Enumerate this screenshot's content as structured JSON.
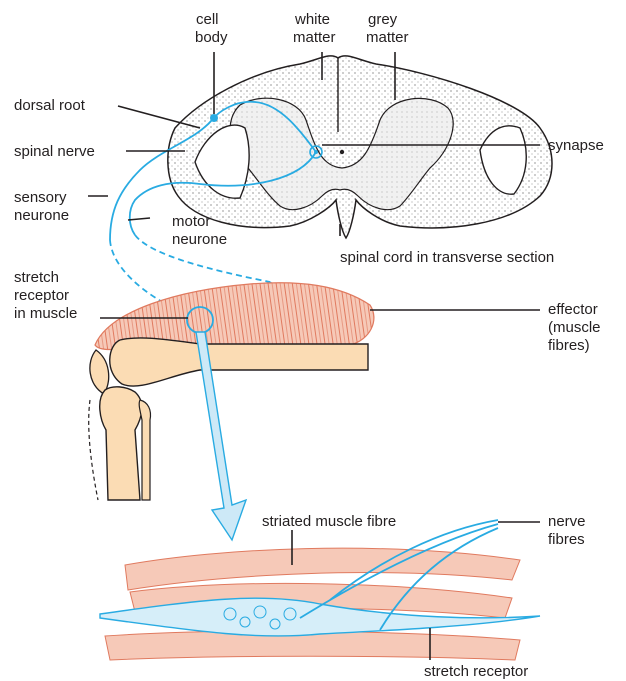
{
  "labels": {
    "cell_body": [
      "cell",
      "body"
    ],
    "white_matter": [
      "white",
      "matter"
    ],
    "grey_matter": [
      "grey",
      "matter"
    ],
    "dorsal_root": "dorsal root",
    "spinal_nerve": "spinal nerve",
    "synapse": "synapse",
    "sensory_neurone": [
      "sensory",
      "neurone"
    ],
    "motor_neurone": [
      "motor",
      "neurone"
    ],
    "spinal_cord": "spinal cord in transverse section",
    "stretch_receptor_in_muscle": [
      "stretch",
      "receptor",
      "in muscle"
    ],
    "effector": [
      "effector",
      "(muscle",
      "fibres)"
    ],
    "striated_muscle_fibre": "striated muscle fibre",
    "nerve_fibres": [
      "nerve",
      "fibres"
    ],
    "stretch_receptor": "stretch receptor"
  },
  "colors": {
    "nerve": "#29abe2",
    "muscle": "#e07a5f",
    "muscle_fill": "#f6c9b8",
    "bone": "#fbdcb4",
    "text": "#231f20"
  }
}
